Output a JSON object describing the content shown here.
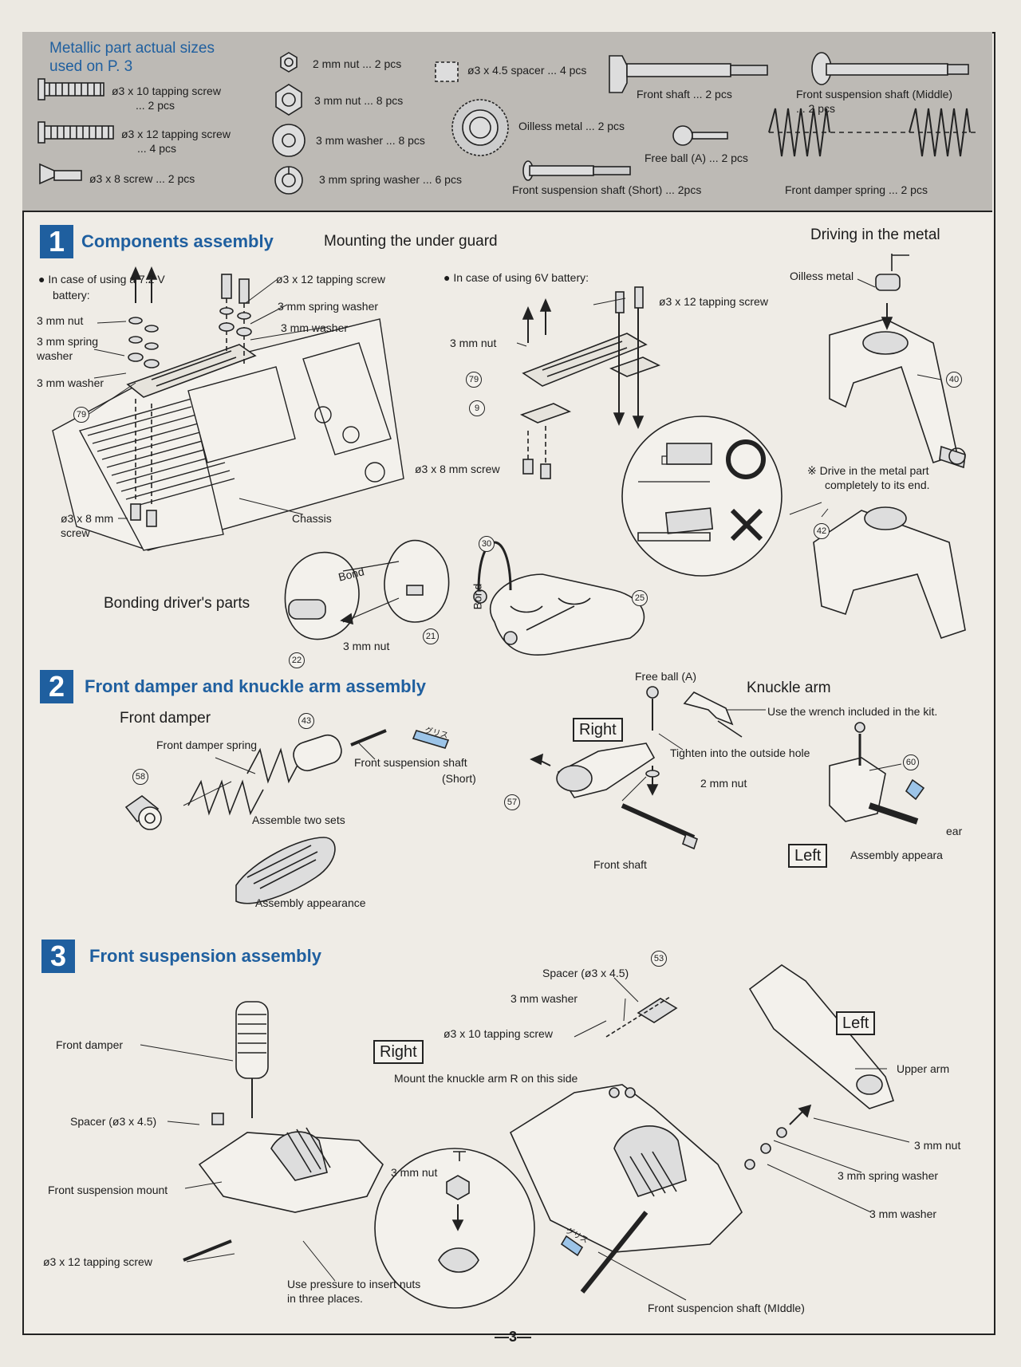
{
  "parts_box": {
    "title_line1": "Metallic part actual sizes",
    "title_line2": "used on P. 3",
    "items": {
      "tap10": "ø3 x 10 tapping screw",
      "tap10_qty": "... 2 pcs",
      "tap12": "ø3 x 12 tapping screw",
      "tap12_qty": "... 4 pcs",
      "screw8": "ø3 x 8 screw ... 2 pcs",
      "nut2": "2 mm nut ... 2 pcs",
      "nut3": "3 mm nut ... 8 pcs",
      "washer3": "3 mm washer ... 8 pcs",
      "spring_washer3": "3 mm spring washer ... 6 pcs",
      "spacer": "ø3 x 4.5 spacer ... 4 pcs",
      "oilless": "Oilless metal ... 2 pcs",
      "shaft_short": "Front suspension shaft (Short) ... 2pcs",
      "front_shaft": "Front shaft ... 2 pcs",
      "free_ball": "Free ball (A) ... 2 pcs",
      "shaft_middle": "Front suspension shaft (Middle)",
      "shaft_middle_qty": "... 2 pcs",
      "damper_spring": "Front damper spring ... 2 pcs"
    }
  },
  "section1": {
    "num": "1",
    "title": "Components assembly",
    "sub_under_guard": "Mounting the under guard",
    "sub_driving": "Driving in the metal",
    "case72_line1": "● In case of using a 7.2 V",
    "case72_line2": "battery:",
    "case6v": "● In case of using 6V battery:",
    "l_nut3": "3 mm nut",
    "l_spring_w_1": "3 mm spring",
    "l_spring_w_2": "washer",
    "l_washer3": "3 mm washer",
    "l_screw8_1": "ø3 x 8 mm",
    "l_screw8_2": "screw",
    "l_tap12": "ø3 x 12 tapping screw",
    "l_spring_w": "3 mm spring washer",
    "l_washer": "3 mm washer",
    "l_chassis": "Chassis",
    "r_tap12": "ø3 x 12 tapping screw",
    "r_nut3": "3 mm nut",
    "r_screw8": "ø3 x 8 mm screw",
    "oilless": "Oilless metal",
    "drive_note_1": "※ Drive in the metal part",
    "drive_note_2": "completely to its end.",
    "bonding": "Bonding driver's parts",
    "bond1": "Bond",
    "bond2": "Bond",
    "b_nut3": "3 mm nut",
    "nums": {
      "n79a": "79",
      "n79b": "79",
      "n9": "9",
      "n40": "40",
      "n42": "42",
      "n22": "22",
      "n21": "21",
      "n30": "30",
      "n25": "25"
    }
  },
  "section2": {
    "num": "2",
    "title": "Front damper and knuckle arm assembly",
    "sub_front_damper": "Front damper",
    "damper_spring": "Front damper spring",
    "shaft_short_1": "Front suspension shaft",
    "shaft_short_2": "(Short)",
    "assemble_two": "Assemble two sets",
    "assembly_appearance": "Assembly appearance",
    "grease_tag": "グリス",
    "free_ball": "Free ball (A)",
    "knuckle_arm": "Knuckle arm",
    "wrench": "Use the wrench included in the kit.",
    "right": "Right",
    "tighten": "Tighten into the outside hole",
    "nut2": "2 mm nut",
    "front_shaft": "Front shaft",
    "left": "Left",
    "assembly_appearance2": "Assembly appeara",
    "ear": "ear",
    "nums": {
      "n43": "43",
      "n58": "58",
      "n57": "57",
      "n60": "60"
    }
  },
  "section3": {
    "num": "3",
    "title": "Front suspension assembly",
    "front_damper": "Front damper",
    "spacer": "Spacer (ø3 x 4.5)",
    "mount": "Front suspension mount",
    "tap12": "ø3 x 12 tapping screw",
    "right": "Right",
    "nut3": "3 mm nut",
    "pressure_1": "Use pressure to insert nuts",
    "pressure_2": "in three places.",
    "spacer_r": "Spacer (ø3 x 4.5)",
    "washer3": "3 mm washer",
    "tap10": "ø3 x 10 tapping screw",
    "knuckle_r": "Mount the knuckle arm R on this side",
    "left": "Left",
    "upper_arm": "Upper arm",
    "r_nut3": "3 mm nut",
    "r_spring_w": "3 mm spring washer",
    "r_washer3": "3 mm washer",
    "shaft_middle": "Front suspencion shaft (MIddle)",
    "grease_tag": "グリス",
    "nums": {
      "n53": "53"
    }
  },
  "page_number": "—3—"
}
